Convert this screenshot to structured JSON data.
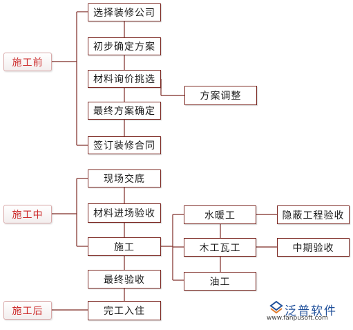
{
  "phases": {
    "before": "施工前",
    "during": "施工中",
    "after": "施工后"
  },
  "steps": {
    "select_company": "选择装修公司",
    "initial_plan": "初步确定方案",
    "material_inquiry": "材料询价挑选",
    "plan_adjust": "方案调整",
    "final_plan": "最终方案确定",
    "sign_contract": "签订装修合同",
    "site_handover": "现场交底",
    "material_check": "材料进场验收",
    "construction": "施工",
    "final_check": "最终验收",
    "completion": "完工入住"
  },
  "trades": {
    "plumbing": "水暖工",
    "carpentry": "木工瓦工",
    "painting": "油工"
  },
  "inspections": {
    "hidden_works": "隐蔽工程验收",
    "midterm": "中期验收"
  },
  "logo": {
    "name": "泛普软件",
    "url": "www.fanpusoft.com"
  },
  "colors": {
    "line": "#7d2a24",
    "phase_text": "#cc2a2a",
    "logo_blue": "#1f4f9a"
  }
}
